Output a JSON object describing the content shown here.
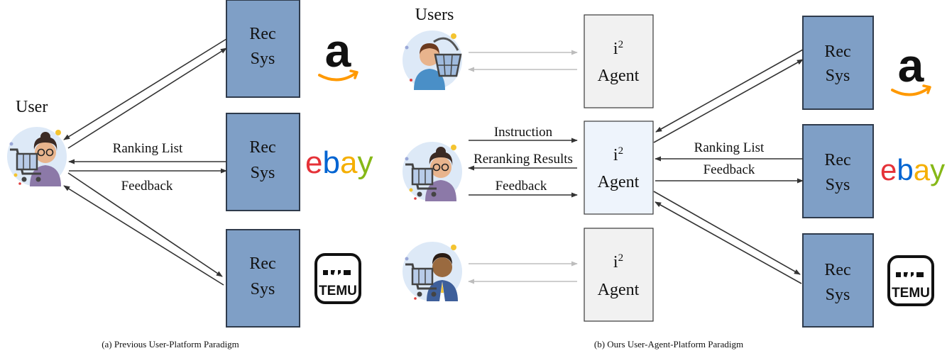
{
  "left_panel": {
    "user_label": "User",
    "rec_sys": [
      {
        "line1": "Rec",
        "line2": "Sys",
        "platform_icon": "amazon-logo"
      },
      {
        "line1": "Rec",
        "line2": "Sys",
        "platform_icon": "ebay-logo"
      },
      {
        "line1": "Rec",
        "line2": "Sys",
        "platform_icon": "temu-logo"
      }
    ],
    "ranking_list_label": "Ranking List",
    "feedback_label": "Feedback",
    "caption": "(a)  Previous User-Platform Paradigm"
  },
  "right_panel": {
    "users_label": "Users",
    "agents": [
      {
        "line1": "i",
        "sup": "2",
        "line2": "Agent"
      },
      {
        "line1": "i",
        "sup": "2",
        "line2": "Agent"
      },
      {
        "line1": "i",
        "sup": "2",
        "line2": "Agent"
      }
    ],
    "rec_sys": [
      {
        "line1": "Rec",
        "line2": "Sys",
        "platform_icon": "amazon-logo"
      },
      {
        "line1": "Rec",
        "line2": "Sys",
        "platform_icon": "ebay-logo"
      },
      {
        "line1": "Rec",
        "line2": "Sys",
        "platform_icon": "temu-logo"
      }
    ],
    "instruction_label": "Instruction",
    "reranking_results_label": "Reranking Results",
    "feedback_user_label": "Feedback",
    "ranking_list_label": "Ranking List",
    "feedback_platform_label": "Feedback",
    "caption": "(b)  Ours User-Agent-Platform Paradigm"
  },
  "logos": {
    "amazon_letter": "a",
    "ebay": [
      "e",
      "b",
      "a",
      "y"
    ],
    "temu_text": "TEMU"
  },
  "colors": {
    "rec_box": "#7f9fc6",
    "agent_box": "#f1f1f1",
    "agent_box_highlight": "#eef4fc",
    "ebay_e": "#e53238",
    "ebay_b": "#0064d2",
    "ebay_a": "#f5af02",
    "ebay_y": "#86b817",
    "amazon_smile": "#ff9900"
  }
}
